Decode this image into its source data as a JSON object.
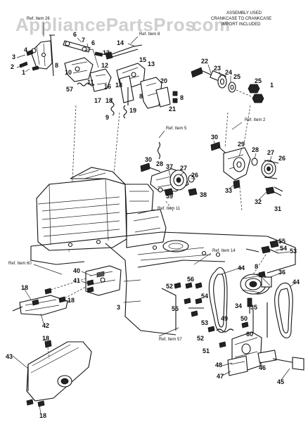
{
  "watermark": {
    "text": "AppliancePartsPros",
    "suffix": ".com"
  },
  "note_lines": [
    "ASSEMBLY USED",
    "CRANKCASE TO CRANKCASE",
    "IMPORT INCLUDED"
  ],
  "references": {
    "r26": "Ref. Item 26",
    "r8": "Ref. Item 8",
    "r5": "Ref. Item 5",
    "r2": "Ref. Item 2",
    "r11": "Ref. Item 11",
    "r14": "Ref. Item 14",
    "r60": "Ref. Item 60",
    "r57": "Ref. Item 57"
  },
  "callouts": {
    "c3a": "3",
    "c2": "2",
    "c1a": "1",
    "c4": "4",
    "c6": "6",
    "c7": "7",
    "c6b": "6",
    "c13a": "13",
    "c8a": "8",
    "c10": "10",
    "c11": "11",
    "c12": "12",
    "c14": "14",
    "c15": "15",
    "c13b": "13",
    "c16": "16",
    "c18a": "18",
    "c57": "57",
    "c17": "17",
    "c18b": "18",
    "c9": "9",
    "c19": "19",
    "c8b": "8",
    "c20": "20",
    "c21": "21",
    "c8c": "8",
    "c22": "22",
    "c23": "23",
    "c24": "24",
    "c25a": "25",
    "c25b": "25",
    "c1b": "1",
    "c30a": "30",
    "c29": "29",
    "c28a": "28",
    "c27a": "27",
    "c26a": "26",
    "c30b": "30",
    "c28b": "28",
    "c37": "37",
    "c27b": "27",
    "c26b": "26",
    "c39": "39",
    "c38": "38",
    "c33": "33",
    "c32a": "32",
    "c31": "31",
    "c55a": "55",
    "c54a": "54",
    "c53a": "53",
    "c44a": "44",
    "c36": "36",
    "c8d": "8",
    "c35": "35",
    "c44b": "44",
    "c34": "34",
    "c40": "40",
    "c41": "41",
    "c52a": "52",
    "c56": "56",
    "c3b": "3",
    "c55b": "55",
    "c54b": "54",
    "c53b": "53",
    "c49": "49",
    "c50": "50",
    "c52b": "52",
    "c60": "60",
    "c51": "51",
    "c48": "48",
    "c46": "46",
    "c47": "47",
    "c45": "45",
    "c18c": "18",
    "c18d": "18",
    "c42": "42",
    "c43": "43",
    "c18e": "18",
    "c18f": "18"
  }
}
